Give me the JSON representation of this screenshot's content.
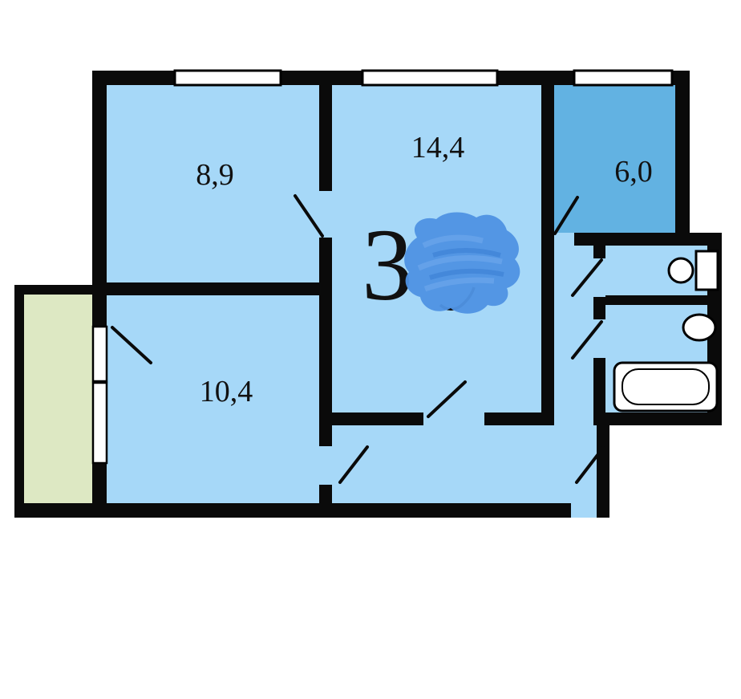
{
  "apartment": {
    "number_label": "3"
  },
  "rooms": [
    {
      "name": "room-top-left",
      "area": "8,9"
    },
    {
      "name": "room-top-middle",
      "area": "14,4"
    },
    {
      "name": "kitchen",
      "area": "6,0"
    },
    {
      "name": "room-bottom-left",
      "area": "10,4"
    }
  ],
  "colors": {
    "room_fill": "#a6d8f8",
    "kitchen_fill": "#62b2e2",
    "balcony_fill": "#dde8c3",
    "wall": "#0a0a0a",
    "scribble": "#4f93e3"
  }
}
